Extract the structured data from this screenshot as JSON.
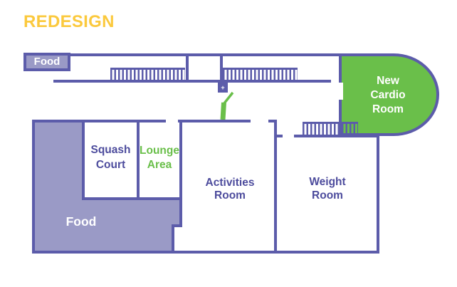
{
  "title": "REDESIGN",
  "colors": {
    "wall": "#5c5caa",
    "purple_fill": "#9a9ac6",
    "green": "#6abf4a",
    "yellow": "#fbc93d",
    "text_purple": "#4d4c9d",
    "white": "#ffffff"
  },
  "rooms": {
    "food_top": {
      "label": "Food"
    },
    "squash": {
      "label": "Squash\nCourt"
    },
    "lounge": {
      "label": "Lounge\nArea"
    },
    "food_main": {
      "label": "Food"
    },
    "activities": {
      "label": "Activities\nRoom"
    },
    "weight": {
      "label": "Weight\nRoom"
    },
    "cardio": {
      "label": "New\nCardio\nRoom"
    }
  },
  "symbols": {
    "entrance_marker": {
      "glyph": "+"
    },
    "stairs_bands": 3,
    "new_door_color": "#6abf4a"
  }
}
